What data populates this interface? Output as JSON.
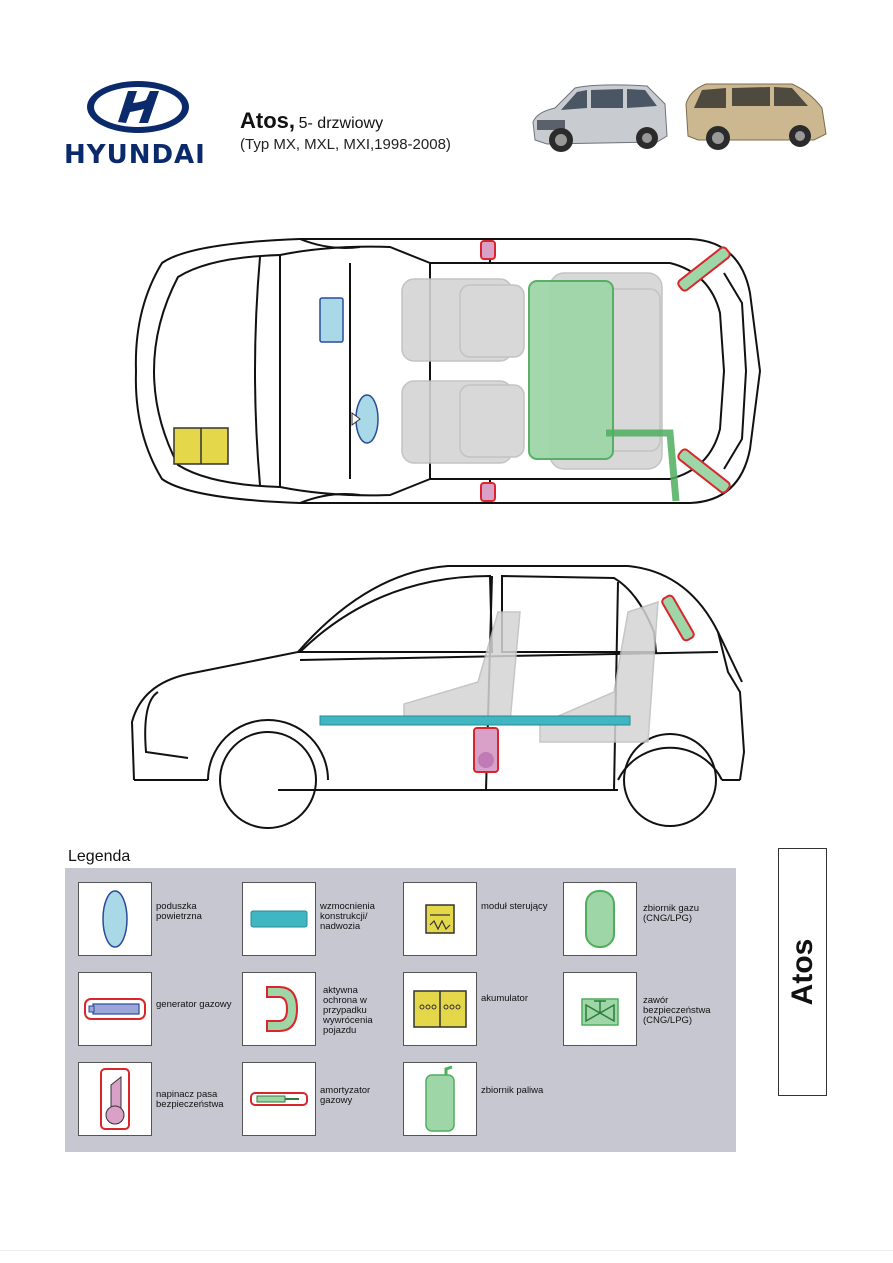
{
  "header": {
    "brand": "HYUNDAI",
    "model_name": "Atos,",
    "model_doors": "5- drzwiowy",
    "model_sub": "(Typ MX, MXL, MXI,1998-2008)"
  },
  "legend": {
    "title": "Legenda",
    "items": [
      {
        "label": "poduszka powietrzna",
        "icon": "airbag-icon"
      },
      {
        "label": "wzmocnienia konstrukcji/ nadwozia",
        "icon": "reinforcement-icon"
      },
      {
        "label": "moduł sterujący",
        "icon": "control-module-icon"
      },
      {
        "label": "zbiornik gazu (CNG/LPG)",
        "icon": "gas-tank-icon"
      },
      {
        "label": "generator gazowy",
        "icon": "gas-generator-icon"
      },
      {
        "label": "aktywna ochrona w przypadku wywrócenia pojazdu",
        "icon": "rollover-protection-icon"
      },
      {
        "label": "akumulator",
        "icon": "battery-icon"
      },
      {
        "label": "zawór bezpieczeństwa (CNG/LPG)",
        "icon": "safety-valve-icon"
      },
      {
        "label": "napinacz pasa bezpieczeństwa",
        "icon": "belt-tensioner-icon"
      },
      {
        "label": "amortyzator gazowy",
        "icon": "gas-strut-icon"
      },
      {
        "label": "zbiornik paliwa",
        "icon": "fuel-tank-icon"
      }
    ]
  },
  "side_tab": {
    "label": "Atos"
  },
  "colors": {
    "airbag": "#a9d8e6",
    "reinforcement": "#3fb6c2",
    "module": "#e4d84a",
    "tank": "#9fd6a8",
    "outline_red": "#d9262c",
    "brand_blue": "#0b2a6b",
    "panel": "#c7c7d1"
  }
}
